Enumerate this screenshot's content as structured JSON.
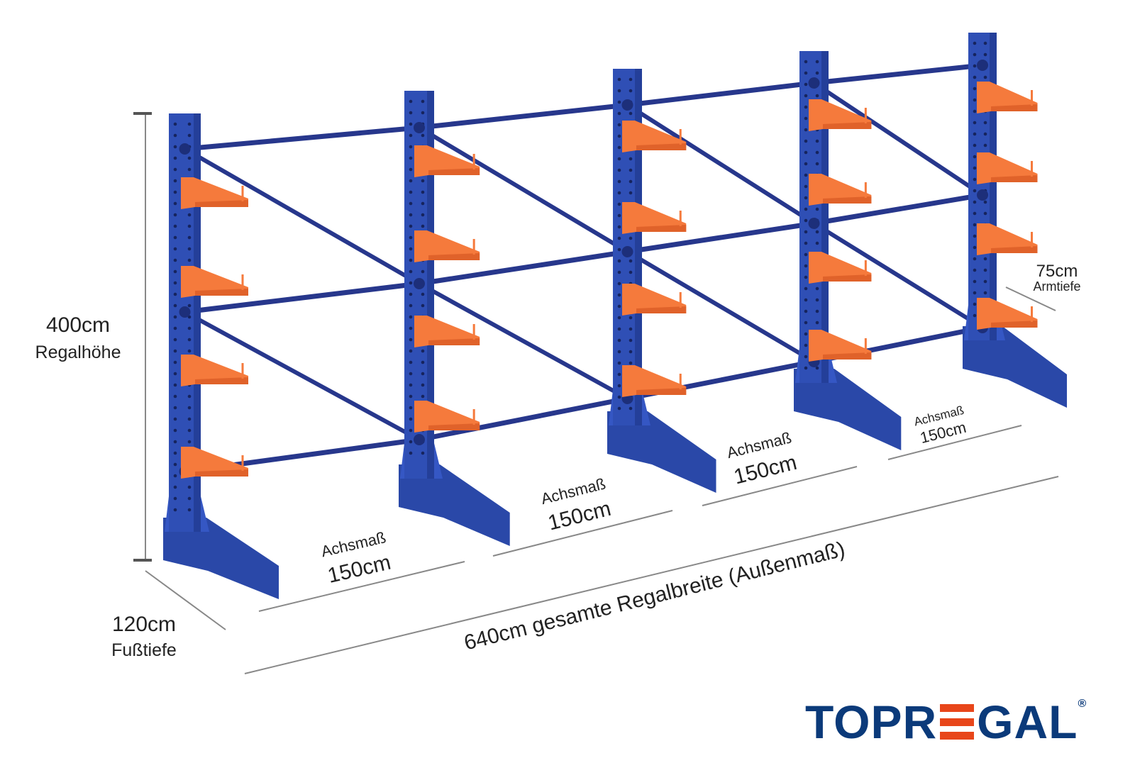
{
  "labels": {
    "height_value": "400cm",
    "height_caption": "Regalhöhe",
    "foot_value": "120cm",
    "foot_caption": "Fußtiefe",
    "arm_value": "75cm",
    "arm_caption": "Armtiefe",
    "bays": [
      {
        "caption": "Achsmaß",
        "value": "150cm"
      },
      {
        "caption": "Achsmaß",
        "value": "150cm"
      },
      {
        "caption": "Achsmaß",
        "value": "150cm"
      },
      {
        "caption": "Achsmaß",
        "value": "150cm"
      }
    ],
    "total_width": "640cm gesamte Regalbreite  (Außenmaß)"
  },
  "logo": {
    "text_left": "TOPR",
    "text_right": "GAL",
    "mark": "®",
    "full": "TOPREGAL"
  },
  "colors": {
    "upright": "#2f4fb5",
    "brace": "#27378c",
    "arm": "#f57a3c",
    "logo_blue": "#0b3a7a",
    "logo_red": "#e8461a"
  }
}
